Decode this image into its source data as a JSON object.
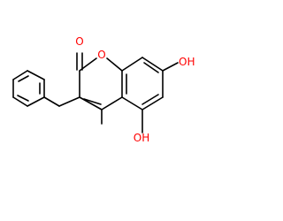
{
  "molecule": {
    "colors": {
      "bond": "#000000",
      "oxygen": "#ff0000"
    },
    "labels": {
      "ring_oxygen": "O",
      "carbonyl_oxygen": "O",
      "hydroxyl_7": "OH",
      "hydroxyl_5": "OH"
    }
  }
}
